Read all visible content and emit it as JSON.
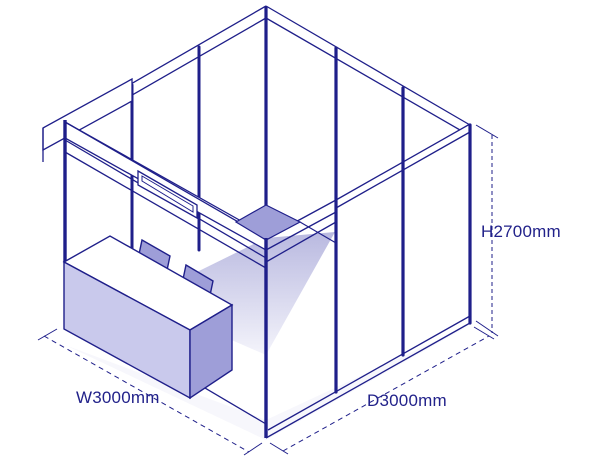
{
  "diagram": {
    "subject": "shell-scheme exhibition booth with counter",
    "colors": {
      "line": "#1f1f8a",
      "floor_light": "#f4f4fb",
      "floor_shadow": "#b9b9e0",
      "counter_front": "#c9c9ec",
      "counter_side": "#9e9ed8",
      "counter_top": "#ffffff",
      "dimension_text": "#22228a"
    },
    "dimensions": {
      "height": "H2700mm",
      "width": "W3000mm",
      "depth": "D3000mm"
    }
  }
}
